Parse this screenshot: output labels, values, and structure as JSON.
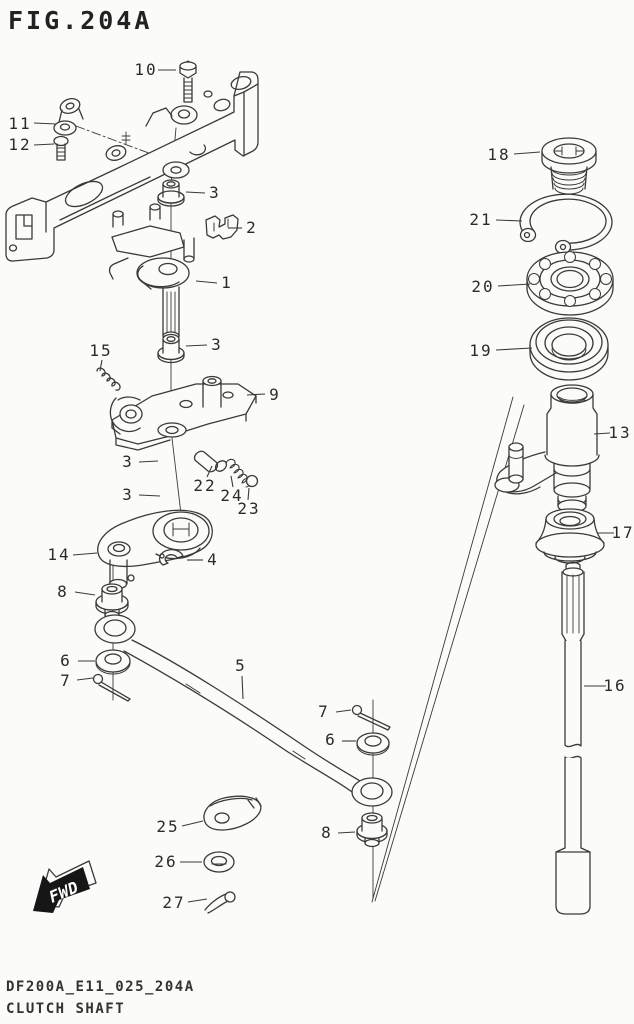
{
  "title": "FIG.204A",
  "footer": {
    "code": "DF200A_E11_025_204A",
    "caption": "CLUTCH SHAFT"
  },
  "fwd_label": "FWD",
  "colors": {
    "line": "#3a3a3a",
    "background": "#fbfbf9",
    "fwd_fill": "#161616",
    "fwd_text": "#ffffff"
  },
  "callouts": [
    "10",
    "11",
    "12",
    "3",
    "2",
    "1",
    "3",
    "15",
    "9",
    "3",
    "3",
    "22",
    "24",
    "23",
    "14",
    "4",
    "8",
    "6",
    "7",
    "5",
    "7",
    "6",
    "8",
    "25",
    "26",
    "27",
    "18",
    "21",
    "20",
    "19",
    "13",
    "17",
    "16"
  ]
}
